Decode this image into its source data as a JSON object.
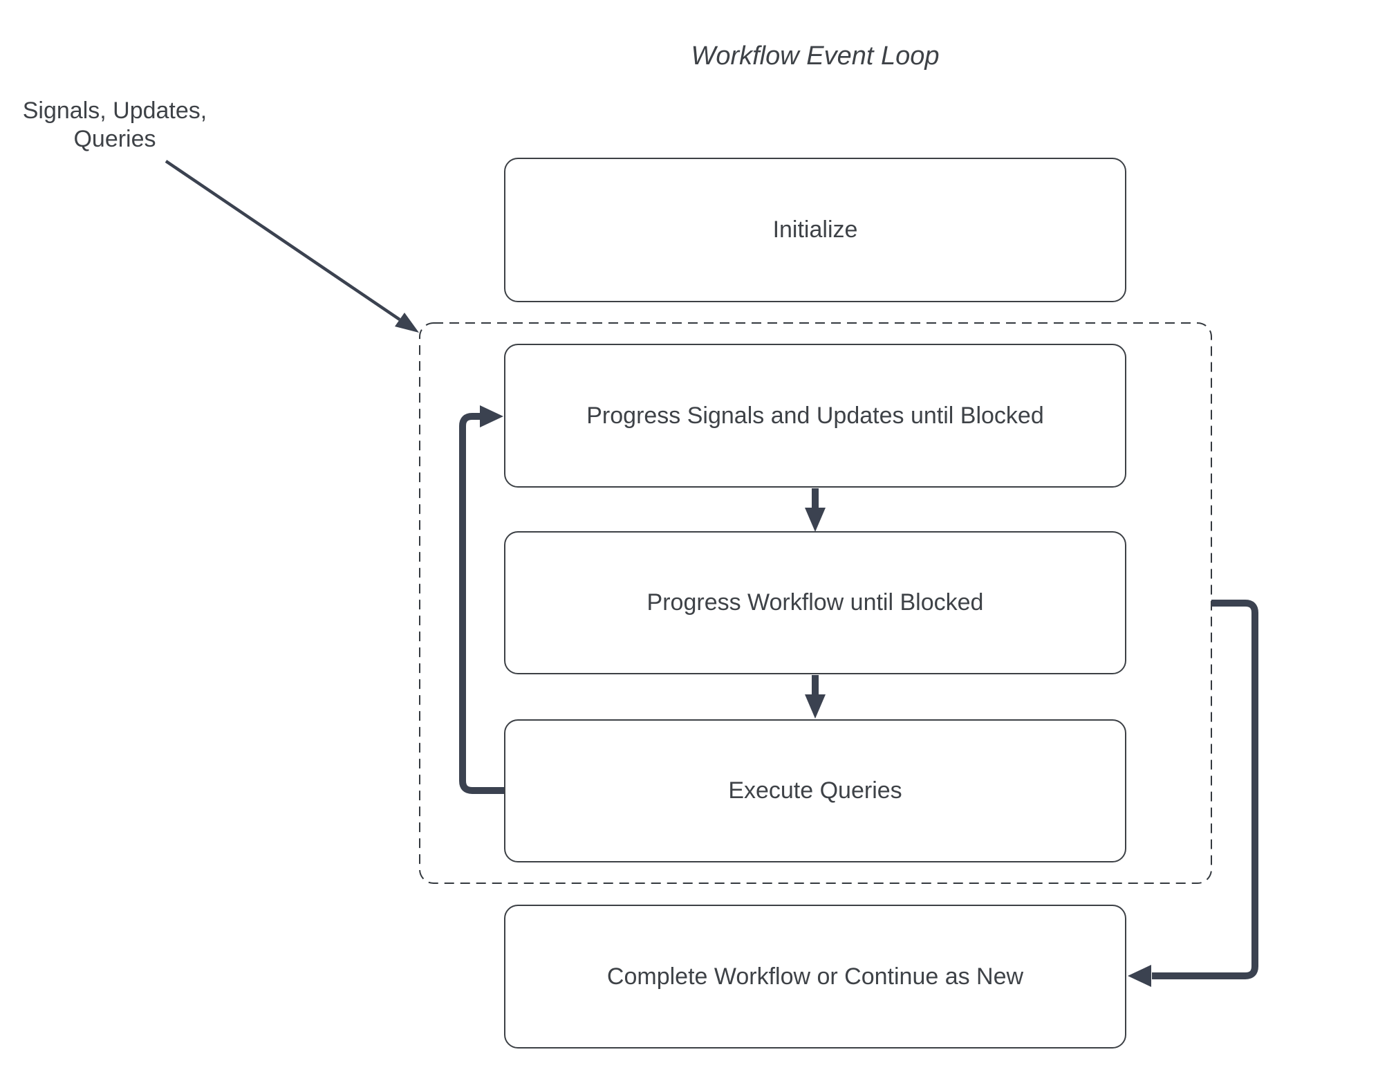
{
  "diagram": {
    "title": "Workflow Event Loop",
    "external_input_label": {
      "line1": "Signals, Updates,",
      "line2": "Queries"
    },
    "nodes": [
      {
        "id": "initialize",
        "label": "Initialize"
      },
      {
        "id": "progress-signals",
        "label": "Progress Signals and Updates until Blocked"
      },
      {
        "id": "progress-workflow",
        "label": "Progress Workflow until Blocked"
      },
      {
        "id": "execute-queries",
        "label": "Execute Queries"
      },
      {
        "id": "complete",
        "label": "Complete Workflow or Continue as New"
      }
    ],
    "edges": [
      {
        "from": "external-input",
        "to": "event-loop-boundary",
        "type": "external-arrow"
      },
      {
        "from": "progress-signals",
        "to": "progress-workflow",
        "type": "flow"
      },
      {
        "from": "progress-workflow",
        "to": "execute-queries",
        "type": "flow"
      },
      {
        "from": "execute-queries",
        "to": "progress-signals",
        "type": "loop-back"
      },
      {
        "from": "event-loop-boundary",
        "to": "complete",
        "type": "exit"
      }
    ],
    "colors": {
      "arrow": "#3B4250",
      "border": "#3C4045",
      "text": "#3E4247",
      "dash": "#33383E",
      "background": "#FFFFFF"
    }
  }
}
